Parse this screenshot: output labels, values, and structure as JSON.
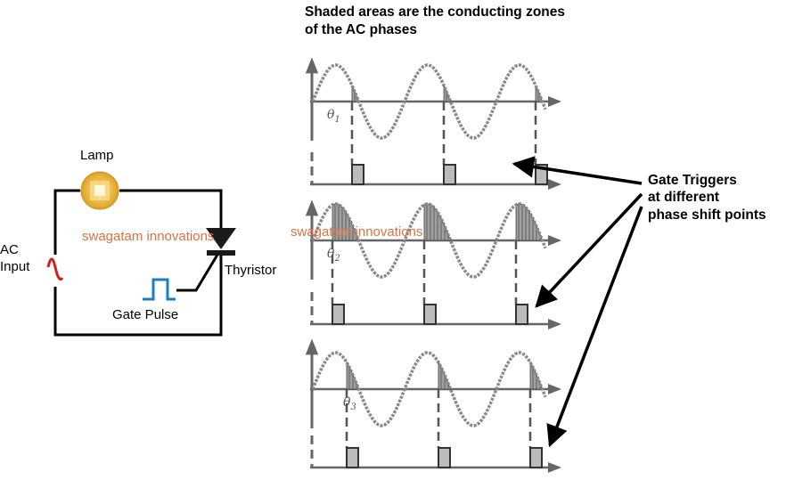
{
  "title_line1": "Shaded areas are the conducting zones",
  "title_line2": "of the AC phases",
  "circuit": {
    "lamp_label": "Lamp",
    "ac_label_line1": "AC",
    "ac_label_line2": "Input",
    "thyristor_label": "Thyristor",
    "gate_pulse_label": "Gate Pulse"
  },
  "watermark": "swagatam innovations",
  "callout": {
    "line1": "Gate Triggers",
    "line2": "at different",
    "line3": "phase shift points"
  },
  "waveforms": [
    {
      "angle_symbol": "θ",
      "angle_subscript": "1"
    },
    {
      "angle_symbol": "θ",
      "angle_subscript": "2"
    },
    {
      "angle_symbol": "θ",
      "angle_subscript": "3"
    }
  ],
  "colors": {
    "watermark": "#e07040",
    "sine_symbol": "#cc2020",
    "gate_pulse_symbol": "#1a7fc0",
    "waveform_gray": "#888888",
    "shade_gray": "#a0a0a0",
    "lamp_gold": "#e8b030"
  }
}
